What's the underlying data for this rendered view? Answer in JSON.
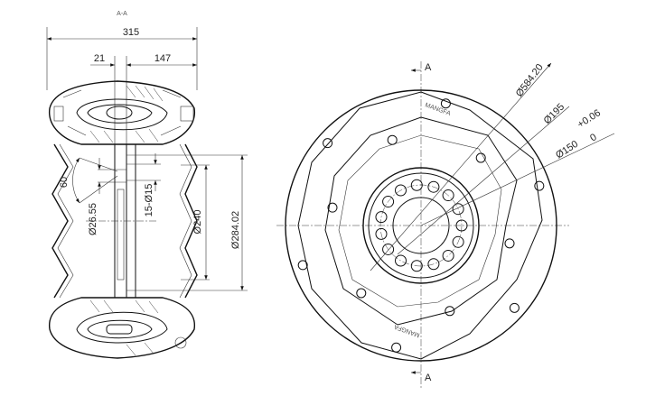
{
  "section_view": {
    "title": "A-A",
    "dims": {
      "overall_width": "315",
      "hub_width": "21",
      "offset": "147",
      "angle": "60",
      "roller_dia": "Ø26.55",
      "holes": "15-Ø15",
      "inner_dia": "Ø240",
      "outer_dia": "Ø284.02"
    }
  },
  "front_view": {
    "section_mark_top": "A",
    "section_mark_bottom": "A",
    "dims": {
      "outer_dia": "Ø584.20",
      "bolt_dia": "Ø195",
      "bore_dia": "Ø150",
      "tol_upper": "+0.06",
      "tol_lower": "0"
    },
    "logo_text": "MANGFA"
  }
}
